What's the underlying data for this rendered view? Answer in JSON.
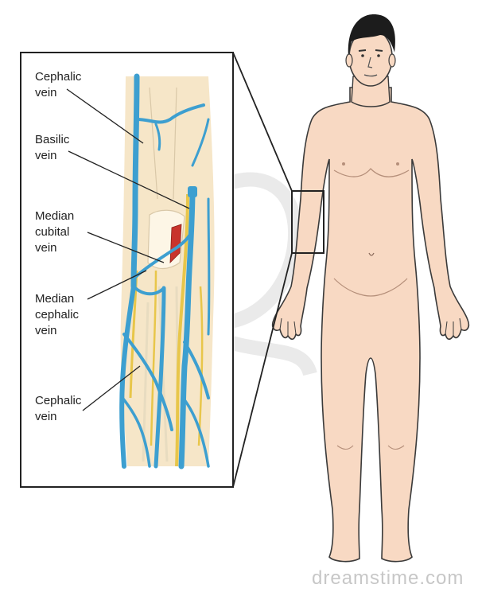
{
  "labels": {
    "cephalic_top": "Cephalic\nvein",
    "basilic": "Basilic\nvein",
    "median_cubital": "Median\ncubital\nvein",
    "median_cephalic": "Median\ncephalic\nvein",
    "cephalic_bottom": "Cephalic\nvein"
  },
  "watermark": "dreamstime.com",
  "colors": {
    "vein": "#3d9fd0",
    "nerve": "#e8c64a",
    "artery": "#c8342c",
    "skin": "#f8d9c3",
    "outline": "#3a3a3a",
    "hair": "#1c1c1c"
  }
}
